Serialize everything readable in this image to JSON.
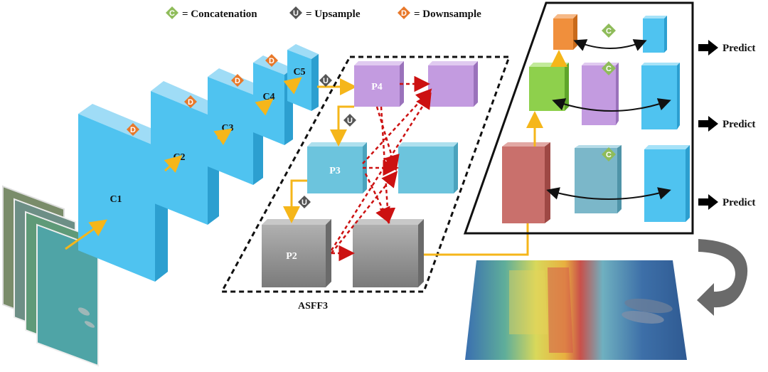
{
  "legend": [
    {
      "symbol": "C",
      "text": "= Concatenation",
      "color": "#8fbc5a"
    },
    {
      "symbol": "U",
      "text": "= Upsample",
      "color": "#555555"
    },
    {
      "symbol": "D",
      "text": "= Downsample",
      "color": "#e8782a"
    }
  ],
  "backbone": {
    "layers": [
      "C1",
      "C2",
      "C3",
      "C4",
      "C5"
    ],
    "downsample_symbol": "D"
  },
  "asff": {
    "title": "ASFF3",
    "levels": [
      "P4",
      "P3",
      "P2"
    ],
    "upsample_symbol": "U"
  },
  "head": {
    "concat_symbol": "C",
    "outputs": [
      "Predict",
      "Predict",
      "Predict"
    ]
  },
  "colors": {
    "backbone": "#4fc3f0",
    "p4": "#c39be0",
    "p3": "#6cc4dd",
    "p2": "#8e8e8e",
    "arrow": "#f5b61a",
    "fusion_arrow": "#cc1111",
    "head_orange": "#f08f3c",
    "head_green": "#8ed04c",
    "head_red": "#c9706c",
    "head_teal": "#7bb7c9"
  }
}
